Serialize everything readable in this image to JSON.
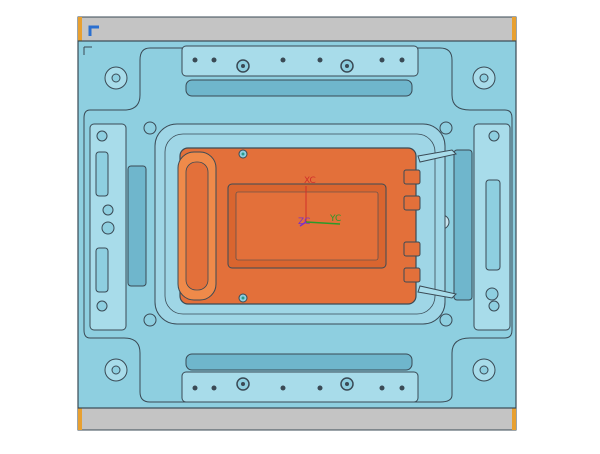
{
  "viewport": {
    "colors": {
      "background": "#ffffff",
      "plate_gray": "#c4c4c4",
      "plate_edge_orange": "#e8a030",
      "mold_blue": "#8ecfe0",
      "mold_blue_dark": "#6fb6cc",
      "outline": "#3a4a55",
      "part_orange": "#e3703a",
      "part_orange_dark": "#c95a28",
      "wcs_blue": "#2a6fd0"
    },
    "icons": {
      "wcs_corner": "corner-bracket-icon"
    },
    "axis_labels": {
      "xc": "XC",
      "yc": "YC",
      "zc": "ZC"
    },
    "axis_colors": {
      "xc": "#d0302a",
      "yc": "#2a9a2a",
      "zc": "#7a30c8"
    }
  }
}
